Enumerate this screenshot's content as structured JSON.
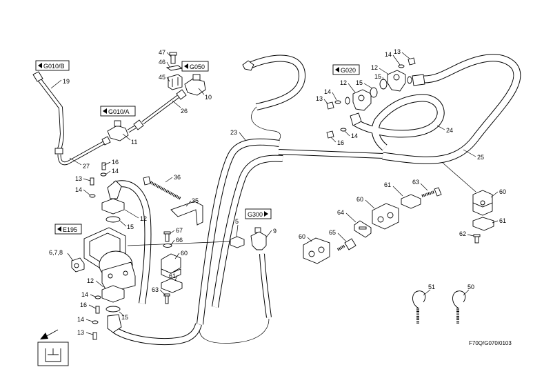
{
  "refs": [
    {
      "label": "G010/B",
      "icon": "triangle-left-icon"
    },
    {
      "label": "G050",
      "icon": "triangle-left-icon"
    },
    {
      "label": "G010/A",
      "icon": "triangle-left-icon"
    },
    {
      "label": "G020",
      "icon": "triangle-left-icon"
    },
    {
      "label": "E195",
      "icon": "triangle-left-icon"
    },
    {
      "label": "G300",
      "icon": "triangle-right-icon"
    }
  ],
  "callouts": [
    "47",
    "46",
    "45",
    "19",
    "10",
    "26",
    "11",
    "27",
    "16",
    "14",
    "13",
    "14",
    "36",
    "35",
    "12",
    "15",
    "23",
    "5",
    "9",
    "67",
    "66",
    "60",
    "6,7,8",
    "61",
    "63",
    "12",
    "14",
    "16",
    "15",
    "14",
    "13",
    "13",
    "14",
    "12",
    "15",
    "12",
    "15",
    "14",
    "13",
    "24",
    "14",
    "16",
    "25",
    "63",
    "61",
    "60",
    "64",
    "65",
    "60",
    "60",
    "61",
    "62",
    "51",
    "50"
  ],
  "drawing_code": "F70Q/G070/0103",
  "symbols": {
    "view_arrow": "arrow-down-left-icon",
    "cylinder": "hydraulic-cylinder-icon"
  },
  "colors": {
    "line": "#000000",
    "background": "#ffffff"
  }
}
